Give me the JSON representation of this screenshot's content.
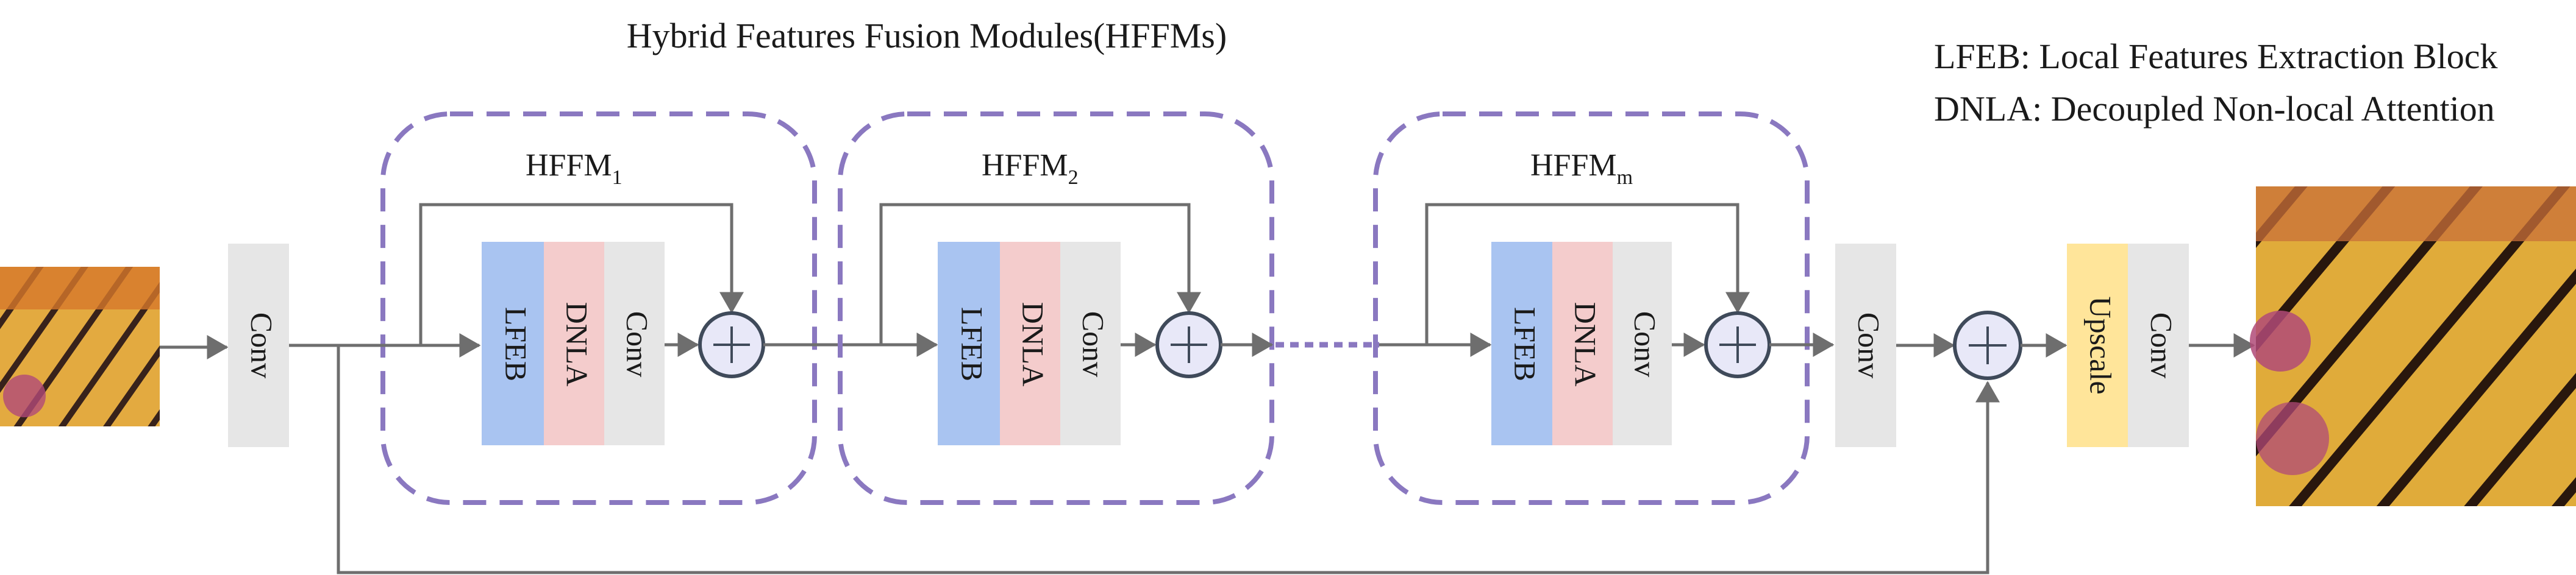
{
  "title": "Hybrid Features Fusion Modules(HFFMs)",
  "legend": {
    "lfeb": "LFEB: Local Features Extraction Block",
    "dnla": "DNLA: Decoupled Non-local Attention"
  },
  "blocks": {
    "conv": "Conv",
    "lfeb": "LFEB",
    "dnla": "DNLA",
    "upscale": "Upscale"
  },
  "modules": [
    {
      "name": "HFFM",
      "sub": "1"
    },
    {
      "name": "HFFM",
      "sub": "2"
    },
    {
      "name": "HFFM",
      "sub": "m"
    }
  ],
  "colors": {
    "conv": "#e6e6e6",
    "lfeb": "#a9c4f1",
    "dnla": "#f4cccc",
    "upscale": "#ffe59a",
    "sum_node": "#e8e8f8",
    "module_border": "#8a78c0",
    "arrow": "#6e6e6e"
  },
  "images": {
    "input": "butterfly-low-res-image",
    "output": "butterfly-high-res-image"
  }
}
